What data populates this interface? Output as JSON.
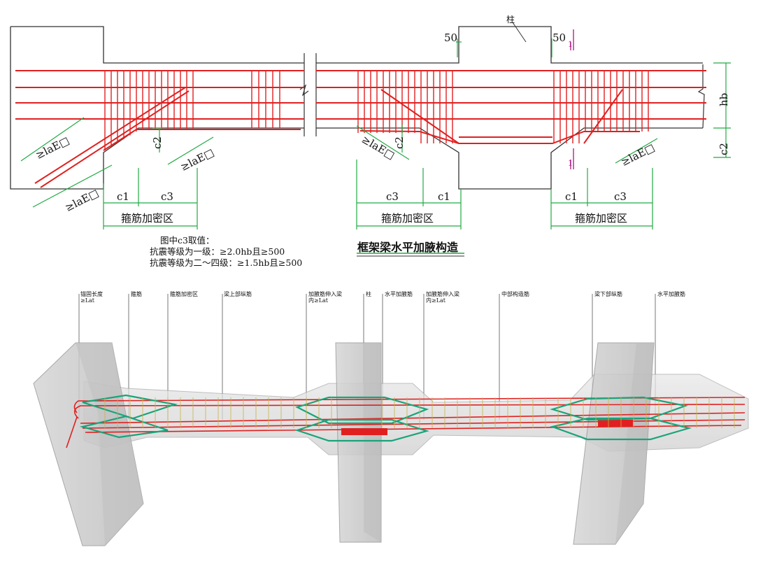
{
  "diagram": {
    "title": "框架梁水平加腋构造",
    "labels": {
      "column": "柱",
      "offset_left": "50",
      "offset_right": "50",
      "anchor": "≥laE□",
      "hb": "hb",
      "c1": "c1",
      "c2": "c2",
      "c3": "c3",
      "zone": "箍筋加密区",
      "marker": "1"
    },
    "note": {
      "line1": "图中c3取值：",
      "line2": "抗震等级为一级：≥2.0hb且≥500",
      "line3": "抗震等级为二～四级：≥1.5hb且≥500"
    },
    "model_labels": [
      "锚固长度 ≥Lat",
      "箍筋",
      "箍筋加密区",
      "梁上部纵筋",
      "加腋筋伸入梁 内≥Lat",
      "柱",
      "水平加腋筋",
      "加腋筋伸入梁 内≥Lat",
      "中部构造筋",
      "梁下部纵筋",
      "水平加腋筋"
    ],
    "colors": {
      "rebar": "#e02020",
      "dimension": "#22aa44",
      "outline": "#333333",
      "column": "#cfcfcf",
      "stirrup_3d": "#1aa37a"
    }
  }
}
